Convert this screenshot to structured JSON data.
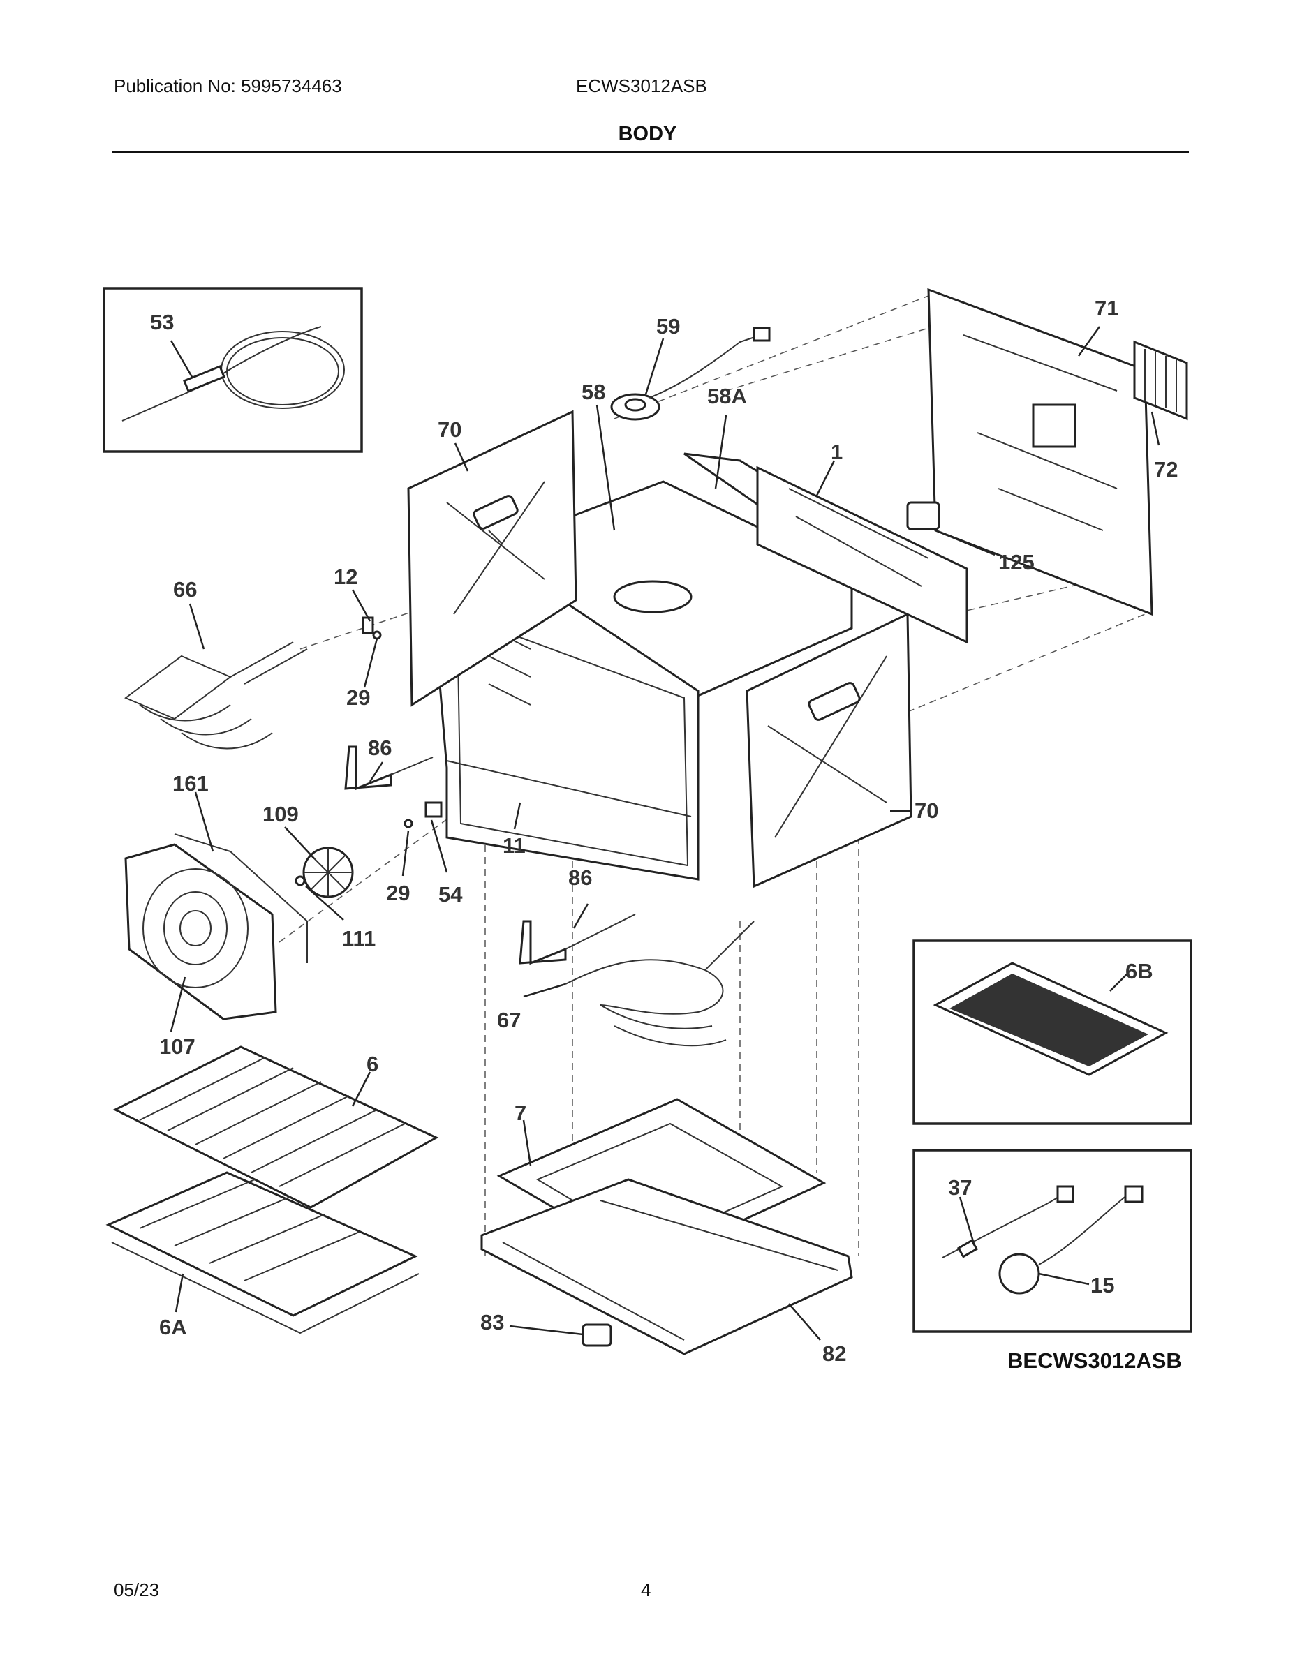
{
  "header": {
    "publication": "Publication No: 5995734463",
    "model": "ECWS3012ASB",
    "section_title": "BODY"
  },
  "footer": {
    "date": "05/23",
    "page": "4",
    "diagram_code": "BECWS3012ASB"
  },
  "callouts": [
    "53",
    "59",
    "58",
    "58A",
    "71",
    "72",
    "70",
    "1",
    "125",
    "66",
    "12",
    "29",
    "86",
    "161",
    "109",
    "11",
    "54",
    "111",
    "107",
    "67",
    "6",
    "7",
    "6B",
    "37",
    "15",
    "6A",
    "83",
    "82"
  ]
}
